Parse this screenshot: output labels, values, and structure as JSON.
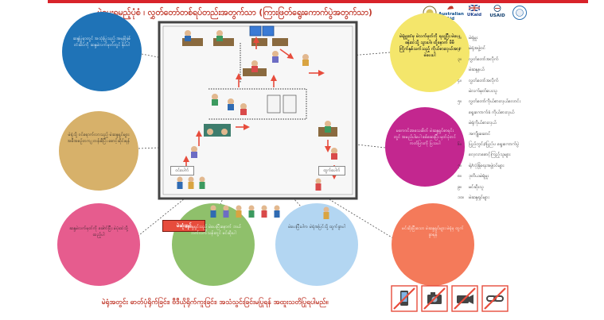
{
  "title": "မဲပေးရမည့်ပုံစံ ၊ လွှတ်တော်တစ်ရပ်တည်းအတွက်သာ (ကြားဖြတ်ရွေးကောက်ပွဲအတွက်သာ)",
  "logos": {
    "australian_aid": "Australian Aid",
    "ukaid": "UKaid",
    "usaid": "USAID"
  },
  "room_labels": {
    "entrance": "ဝင်ပေါက်",
    "exit_door": "ထွက်ပေါက်",
    "exit_sign": "မဲဆုံးရင်"
  },
  "circles": [
    {
      "text": "ဆန္ဒပြုရာတွင် အသုံးပြုသည့် အမှန်ခြစ်တံဆိပ်ကို ဆန္ဒမဲလက်မှတ်တွင် နှိပ်ပါ",
      "color": "#1f73b7"
    },
    {
      "text": "မဲရုံမှူးထံမှ မဲလက်မှတ်ကို ရယူပြီး မဲပေးခန်းထဲသို့ သွားပါ။ ထို့နောက် မိမိကြိုက်နှစ်သက်သည့် ကိုယ်စားလှယ်အား မဲပေးပါ",
      "color": "#f4e66b"
    },
    {
      "text": "မဲရုံသို့ ဝင်ရောက်လာသည့် မဲဆန္ဒရှင်များ အစီအစဉ်တကျ တန်းစီပြီး စောင့်ဆိုင်းရန်",
      "color": "#d7b16a"
    },
    {
      "text": "မကောင်းအသေးစိတ် မဲဆန္ဒရှင်စာရင်းတွင် အမည်ပါမပါ စစ်ဆေးပြီး မှတ်ပုံတင်ကတ်ပြားကို ပြသပါ",
      "color": "#c3278f"
    },
    {
      "text": "ဆန္ဒမဲလက်မှတ်ကို ခေါက်ပြီး မဲပုံးထဲသို့ ထည့်ပါ",
      "color": "#e65c8e"
    },
    {
      "text": "မဲဆန္ဒရှင်သည် မဲပေးပြီးနောက် ဘယ်ဘက်လက်သန်းတွင် မင်ဆိုးပါ",
      "color": "#8fc06b"
    },
    {
      "text": "မဲပေးပြီးပါက မဲရုံအပြင်သို့ ထွက်ခွာပါ",
      "color": "#b3d6f2"
    },
    {
      "text": "မင်ဆိုးပြီးသော မဲဆန္ဒရှင်များ မဲရုံမှ ထွက်ခွာရန်",
      "color": "#f47a5a"
    }
  ],
  "legend": [
    {
      "num": "၁။",
      "label": "မဲရုံမှူး"
    },
    {
      "num": "၂။",
      "label": "မဲရုံအဖွဲ့ဝင်"
    },
    {
      "num": "၃။",
      "label": "လွှတ်တော်အလိုက်"
    },
    {
      "num": "",
      "label": "မဲဆန္ဒနယ်"
    },
    {
      "num": "၄။",
      "label": "လွှတ်တော်အလိုက်"
    },
    {
      "num": "",
      "label": "မဲလက်မှတ်ပေးသူ"
    },
    {
      "num": "၅။",
      "label": "လွှတ်တော်ကိုယ်စားလှယ်လောင်း"
    },
    {
      "num": "",
      "label": "ရွေးကောက်ခံ ကိုယ်စားလှယ်"
    },
    {
      "num": "",
      "label": "မဲရုံကိုယ်စားလှယ်"
    },
    {
      "num": "",
      "label": "အကျိုးဆောင်"
    },
    {
      "num": "၆။",
      "label": "ပြည်တွင်း/ပြည်ပ ရွေးကောက်ပွဲ"
    },
    {
      "num": "",
      "label": "လေ့လာစောင့်ကြည့်သူများ"
    },
    {
      "num": "၇။",
      "label": "ရဲ/လုံခြုံရေးအဖွဲ့ဝင်များ"
    },
    {
      "num": "၈။",
      "label": "ဒုတိယမဲရုံမှူး"
    },
    {
      "num": "၉။",
      "label": "မင်ဆိုးသူ"
    },
    {
      "num": "၁၀။",
      "label": "မဲဆန္ဒရှင်များ"
    }
  ],
  "footer": "မဲရုံအတွင်း ဓာတ်ပုံရိုက်ခြင်း၊ ဗီဒီယိုရိုက်ကူးခြင်း၊ အသံသွင်းခြင်းမပြုရန် အထူးသတိပြုရပါမည်။",
  "prohibited_icons": [
    "phone-icon",
    "camera-icon",
    "video-camera-icon",
    "link-icon"
  ],
  "colors": {
    "title": "#c0392b",
    "prohibited": "#e74c3c",
    "arrow": "#e74c3c",
    "dotted_line": "#333333",
    "room_floor": "#f7f7f7"
  }
}
